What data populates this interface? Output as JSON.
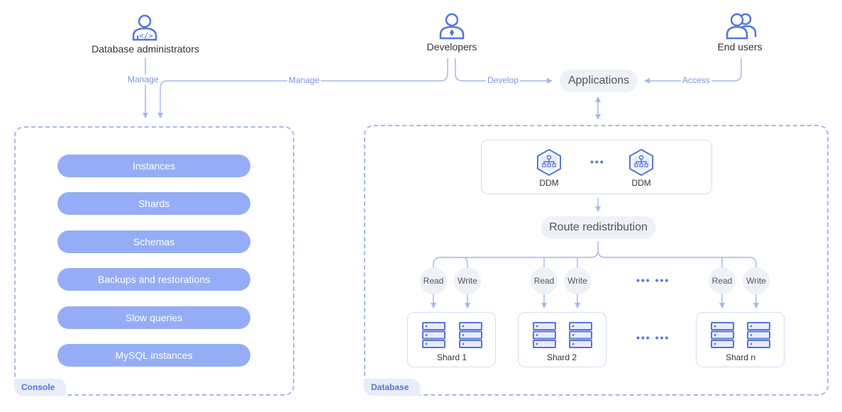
{
  "actors": {
    "dba": "Database administrators",
    "dev": "Developers",
    "end_users": "End users"
  },
  "edges": {
    "manage_dba": "Manage",
    "manage_dev": "Manage",
    "develop": "Develop",
    "access": "Access"
  },
  "applications": "Applications",
  "console": {
    "tag": "Console",
    "items": [
      "Instances",
      "Shards",
      "Schemas",
      "Backups and restorations",
      "Slow queries",
      "MySQL instances"
    ]
  },
  "database": {
    "tag": "Database",
    "ddm": [
      "DDM",
      "DDM"
    ],
    "ddm_ellipsis": "•••",
    "route": "Route redistribution",
    "read": "Read",
    "write": "Write",
    "group_ellipsis": "••• •••",
    "shards": [
      "Shard 1",
      "Shard 2",
      "Shard n"
    ]
  },
  "colors": {
    "accent": "#5575d6",
    "menu_fill": "#94adf6",
    "line": "#a8b8e8"
  },
  "icons": {
    "dba": "admin-code-user-icon",
    "dev": "developer-user-icon",
    "end_users": "user-group-icon",
    "ddm": "ddm-hexagon-icon",
    "server": "server-rack-icon"
  }
}
